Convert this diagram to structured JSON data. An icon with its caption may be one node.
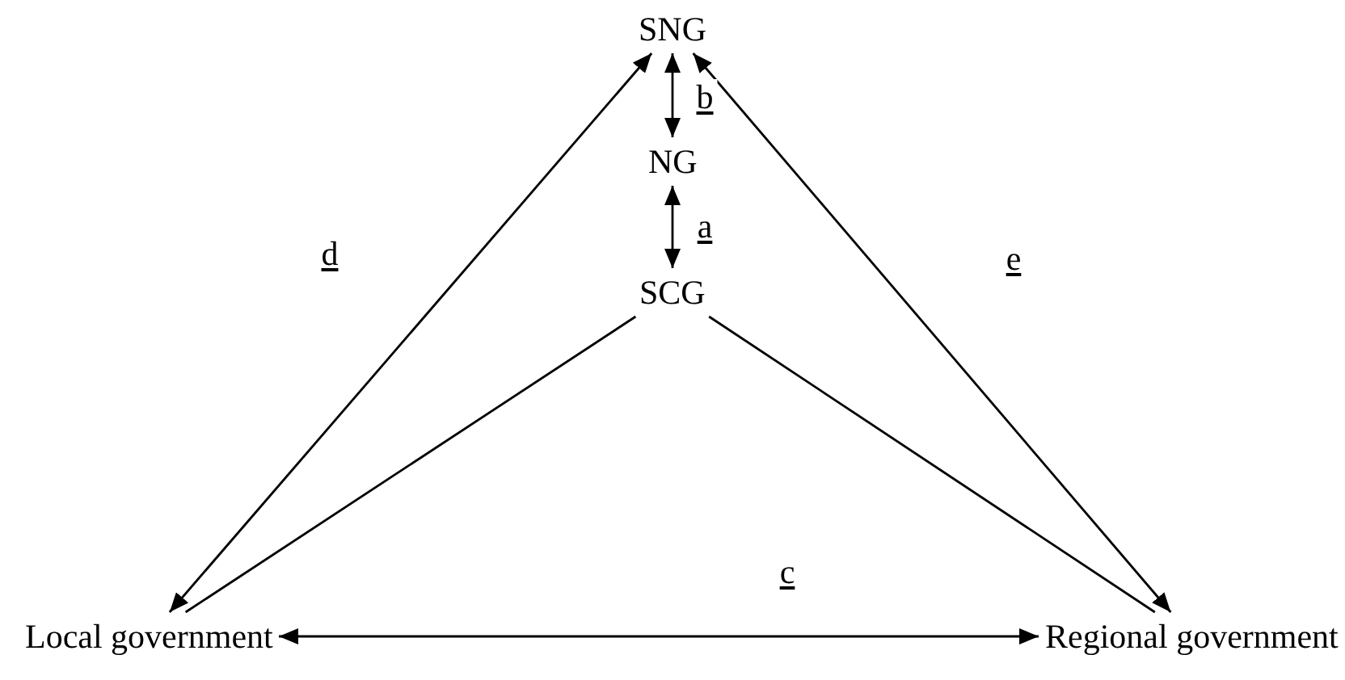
{
  "diagram": {
    "nodes": [
      {
        "text": [
          "SNG"
        ]
      },
      {
        "text": [
          "NG"
        ]
      },
      {
        "text": [
          "SCG"
        ]
      },
      {
        "text": [
          "Local government"
        ]
      },
      {
        "text": [
          "Regional government"
        ]
      }
    ],
    "edges": [
      {
        "from": 1,
        "to": 0,
        "arrow": "both",
        "label": "b"
      },
      {
        "from": 2,
        "to": 1,
        "arrow": "both",
        "label": "a"
      },
      {
        "from": 0,
        "to": 3,
        "arrow": "both",
        "label": "d"
      },
      {
        "from": 0,
        "to": 4,
        "arrow": "both",
        "label": "e"
      },
      {
        "from": 2,
        "to": 3,
        "arrow": "none"
      },
      {
        "from": 2,
        "to": 4,
        "arrow": "none"
      },
      {
        "from": 3,
        "to": 4,
        "arrow": "both",
        "label": "c"
      }
    ]
  }
}
